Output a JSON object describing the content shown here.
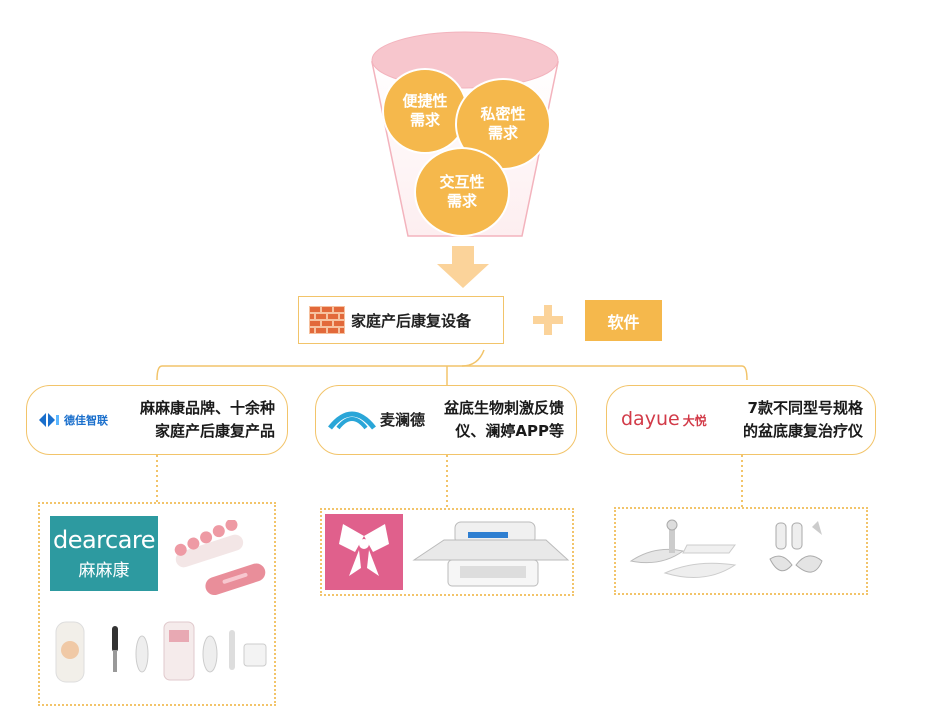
{
  "funnel": {
    "needs": [
      {
        "line1": "便捷性",
        "line2": "需求"
      },
      {
        "line1": "私密性",
        "line2": "需求"
      },
      {
        "line1": "交互性",
        "line2": "需求"
      }
    ]
  },
  "equipment": {
    "label": "家庭产后康复设备"
  },
  "software": {
    "label": "软件"
  },
  "brands": [
    {
      "logo_text": "德佳智联",
      "line1": "麻麻康品牌、十余种",
      "line2": "家庭产后康复产品",
      "product_logo_en": "dearcare",
      "product_logo_cn": "麻麻康"
    },
    {
      "logo_text": "麦澜德",
      "line1": "盆底生物刺激反馈",
      "line2": "仪、澜婷APP等"
    },
    {
      "logo_text_en": "dayue",
      "logo_text_cn": "大悦",
      "line1": "7款不同型号规格",
      "line2": "的盆底康复治疗仪"
    }
  ],
  "colors": {
    "accent": "#f5b84c",
    "funnel": "#f7c6cd",
    "pill_border": "#f2c46a",
    "software_box": "#f5b84c"
  }
}
